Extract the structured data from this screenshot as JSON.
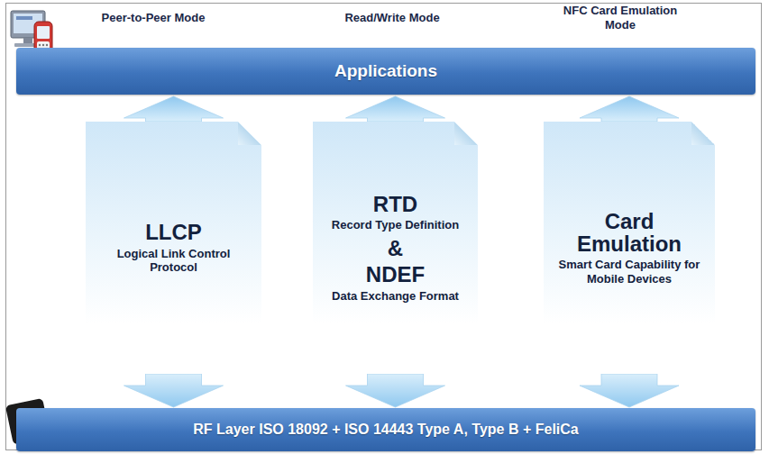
{
  "diagram": {
    "nodes": [
      {
        "text": [
          "Applications"
        ]
      },
      {
        "text": [
          "LLCP",
          "Logical Link Control Protocol"
        ]
      },
      {
        "text": [
          "RTD",
          "Record Type Definition",
          "&",
          "NDEF",
          "Data Exchange Format"
        ]
      },
      {
        "text": [
          "Card Emulation",
          "Smart Card Capability for Mobile Devices"
        ]
      },
      {
        "text": [
          "RF Layer ISO 18092 + ISO 14443 Type A, Type B + FeliCa"
        ]
      }
    ],
    "edges": [
      {
        "from": 1,
        "to": 0,
        "arrow": "to"
      },
      {
        "from": 2,
        "to": 0,
        "arrow": "to"
      },
      {
        "from": 3,
        "to": 0,
        "arrow": "to"
      },
      {
        "from": 1,
        "to": 4,
        "arrow": "to"
      },
      {
        "from": 2,
        "to": 4,
        "arrow": "to"
      },
      {
        "from": 3,
        "to": 4,
        "arrow": "to"
      }
    ],
    "labels": [
      "Peer-to-Peer Mode",
      "Read/Write Mode",
      "NFC Card Emulation Mode"
    ]
  }
}
